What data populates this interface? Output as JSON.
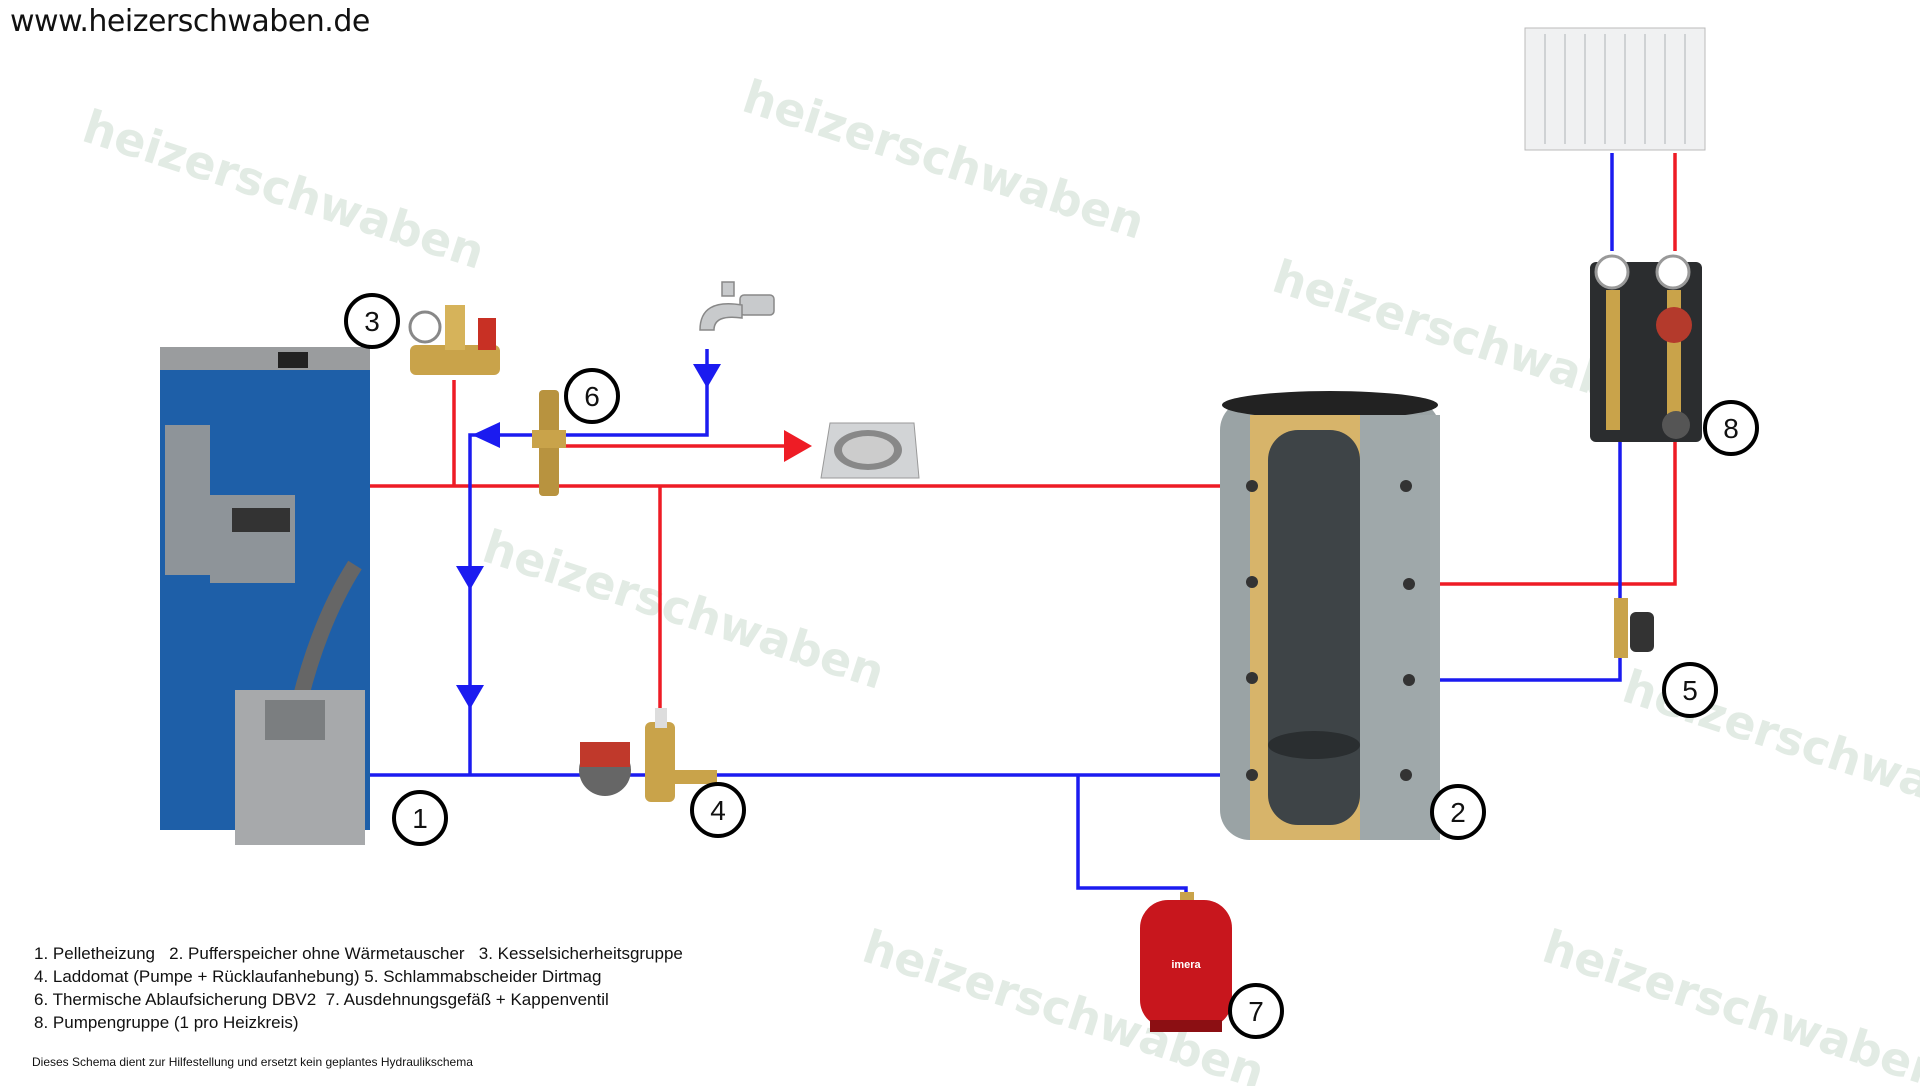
{
  "site": "www.heizerschwaben.de",
  "watermark": "heizerschwaben",
  "labels": [
    "1",
    "2",
    "3",
    "4",
    "5",
    "6",
    "7",
    "8"
  ],
  "vessel_brand": "imera",
  "legend": [
    "1. Pelletheizung   2. Pufferspeicher ohne Wärmetauscher   3. Kesselsicherheitsgruppe",
    "4. Laddomat (Pumpe + Rücklaufanhebung) 5. Schlammabscheider Dirtmag",
    "6. Thermische Ablaufsicherung DBV2  7. Ausdehnungsgefäß + Kappenventil",
    "8. Pumpengruppe (1 pro Heizkreis)"
  ],
  "disclaimer": "Dieses Schema dient zur Hilfestellung und ersetzt kein geplantes Hydraulikschema",
  "colors": {
    "supply": "#ee1c25",
    "return": "#1b1bf0",
    "boiler": "#1e5fa8",
    "tank": "#9aa3a5",
    "vessel": "#c8161d"
  }
}
